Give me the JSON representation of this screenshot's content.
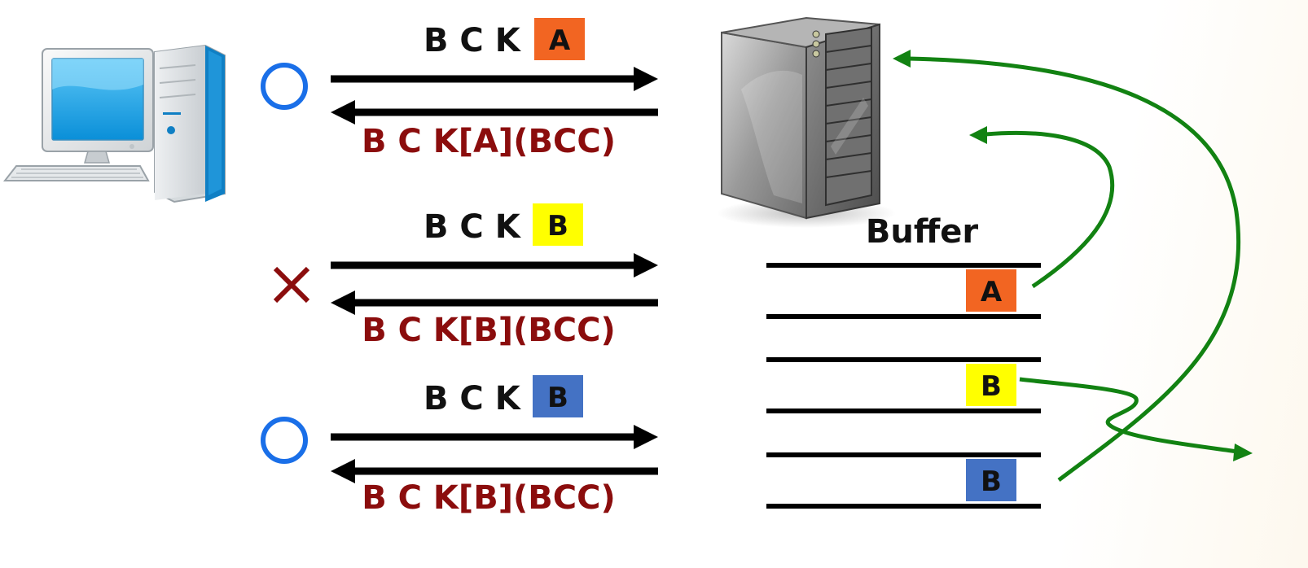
{
  "exchanges": [
    {
      "command": "B C K",
      "block": "A",
      "block_color": "#f26522",
      "response": "B C K[A](BCC)",
      "result": "success"
    },
    {
      "command": "B C K",
      "block": "B",
      "block_color": "#ffff00",
      "response": "B C K[B](BCC)",
      "result": "fail"
    },
    {
      "command": "B C K",
      "block": "B",
      "block_color": "#4472c4",
      "response": "B C K[B](BCC)",
      "result": "success"
    }
  ],
  "buffer": {
    "title": "Buffer",
    "slots": [
      {
        "label": "A",
        "color": "#f26522"
      },
      {
        "label": "B",
        "color": "#ffff00"
      },
      {
        "label": "B",
        "color": "#4472c4"
      }
    ]
  },
  "colors": {
    "arrow": "#000000",
    "response_text": "#8b0d0d",
    "success_mark": "#1a6fe8",
    "fail_mark": "#8b0d0d",
    "flow_arrow": "#128212"
  },
  "icons": {
    "client": "desktop-computer-icon",
    "server": "server-tower-icon"
  }
}
